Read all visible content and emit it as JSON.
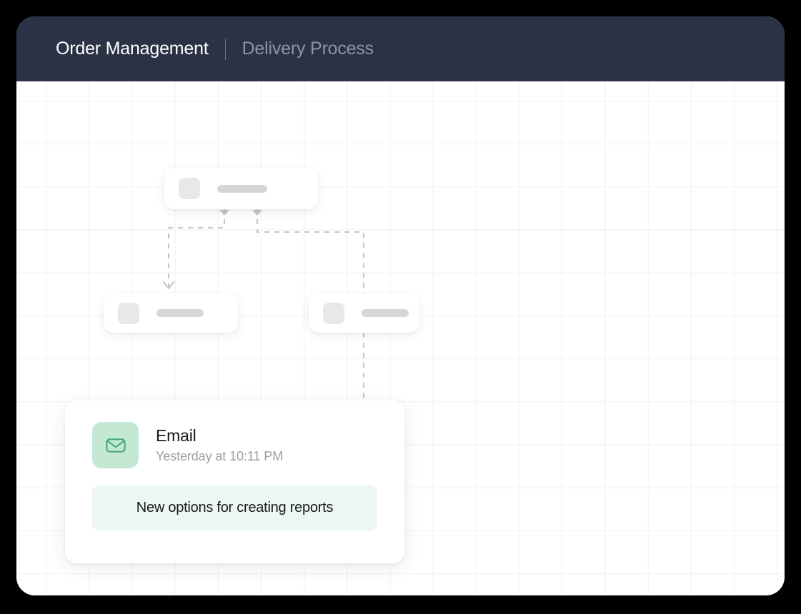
{
  "header": {
    "primary_crumb": "Order Management",
    "separator": "|",
    "secondary_crumb": "Delivery Process"
  },
  "canvas": {
    "grid_color": "#f0f0f7",
    "background": "#ffffff",
    "connector_color": "#c4c4c4",
    "connector_style": "dashed"
  },
  "flow_nodes": [
    {
      "id": "node-top",
      "icon": "placeholder-square",
      "label_placeholder": ""
    },
    {
      "id": "node-left",
      "icon": "placeholder-square",
      "label_placeholder": ""
    },
    {
      "id": "node-right",
      "icon": "placeholder-square",
      "label_placeholder": ""
    }
  ],
  "notification": {
    "icon": "envelope-icon",
    "icon_tile_color": "#c3e8d4",
    "icon_stroke_color": "#4aa878",
    "title": "Email",
    "timestamp": "Yesterday at 10:11 PM",
    "message": "New options for creating reports",
    "message_background": "#edf7f1"
  },
  "theme": {
    "page_background": "#000000",
    "header_background": "#2b3245",
    "header_primary_text": "#ffffff",
    "header_secondary_text": "#8d94a5",
    "accent_green": "#4aa878"
  }
}
